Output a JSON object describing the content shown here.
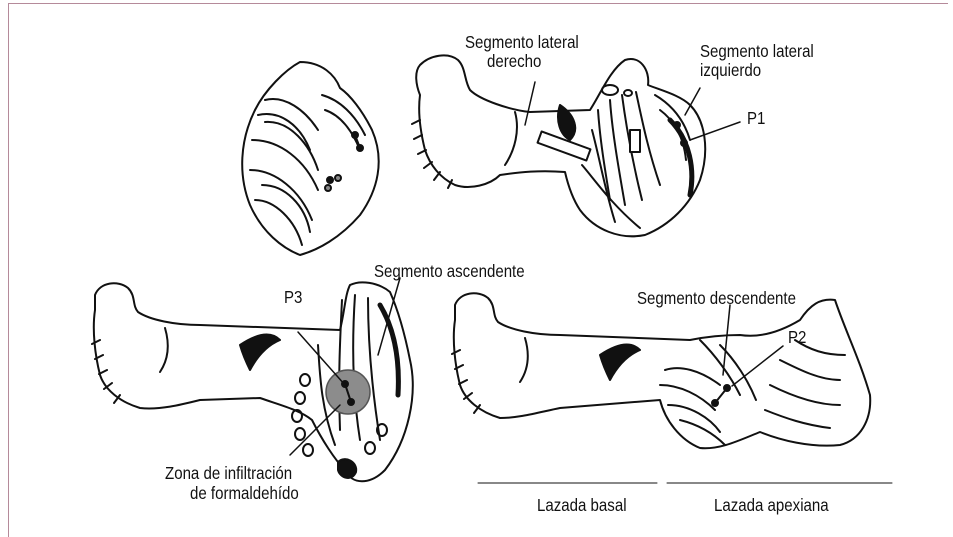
{
  "labels": {
    "lateral_derecho": [
      "Segmento lateral",
      "derecho"
    ],
    "lateral_izquierdo": [
      "Segmento lateral",
      "izquierdo"
    ],
    "p1": "P1",
    "ascendente": "Segmento ascendente",
    "p3": "P3",
    "descendente": "Segmento descendente",
    "p2": "P2",
    "zona": [
      "Zona de infiltración",
      "de formaldehído"
    ],
    "lazada_basal": "Lazada basal",
    "lazada_apexiana": "Lazada apexiana"
  },
  "colors": {
    "frame": "#b58a9a",
    "ink": "#111111",
    "infiltration": "#8c8c8c"
  }
}
